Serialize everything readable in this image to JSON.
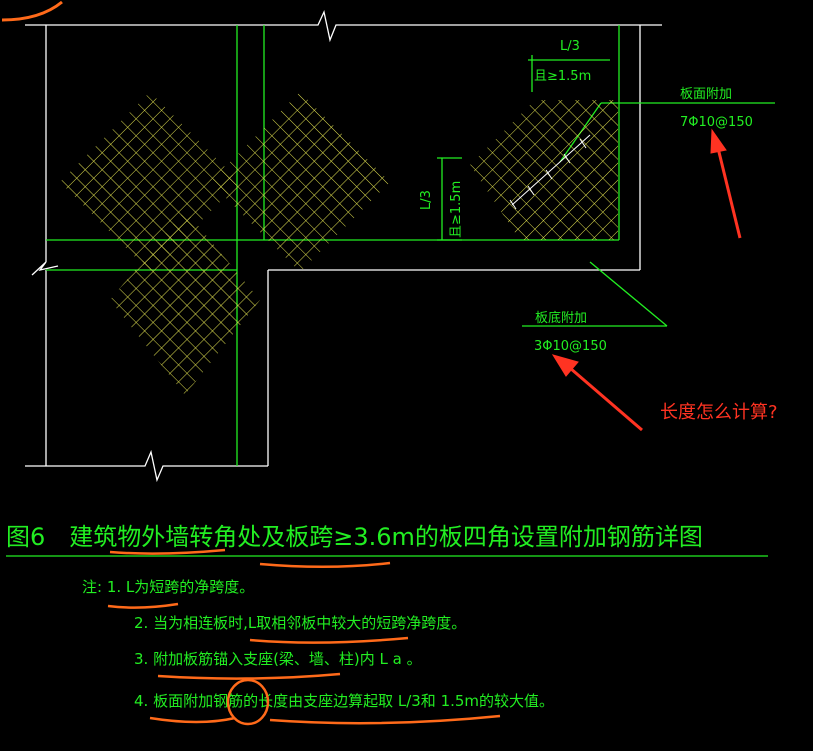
{
  "colors": {
    "background": "#000000",
    "wall_line": "#ffffff",
    "beam_line": "#22ee22",
    "rebar_hatch": "#e0e050",
    "cad_text": "#22ee22",
    "annotation_red": "#ff3322",
    "marker_orange": "#ff6a1a"
  },
  "diagram": {
    "dim_top_length": "L/3",
    "dim_top_min": "且≥1.5m",
    "dim_side_length": "L/3",
    "dim_side_min": "且≥1.5m",
    "top_rebar_label": "板面附加",
    "top_rebar_spec": "7Φ10@150",
    "bottom_rebar_label": "板底附加",
    "bottom_rebar_spec": "3Φ10@150"
  },
  "annotation": {
    "question": "长度怎么计算?"
  },
  "figure": {
    "title": "图6　建筑物外墙转角处及板跨≥3.6m的板四角设置附加钢筋详图",
    "notes": [
      "注: 1. L为短跨的净跨度。",
      "2. 当为相连板时,L取相邻板中较大的短跨净跨度。",
      "3. 附加板筋锚入支座(梁、墙、柱)内 L a 。",
      "4. 板面附加钢筋的长度由支座边算起取 L/3和 1.5m的较大值。"
    ]
  }
}
